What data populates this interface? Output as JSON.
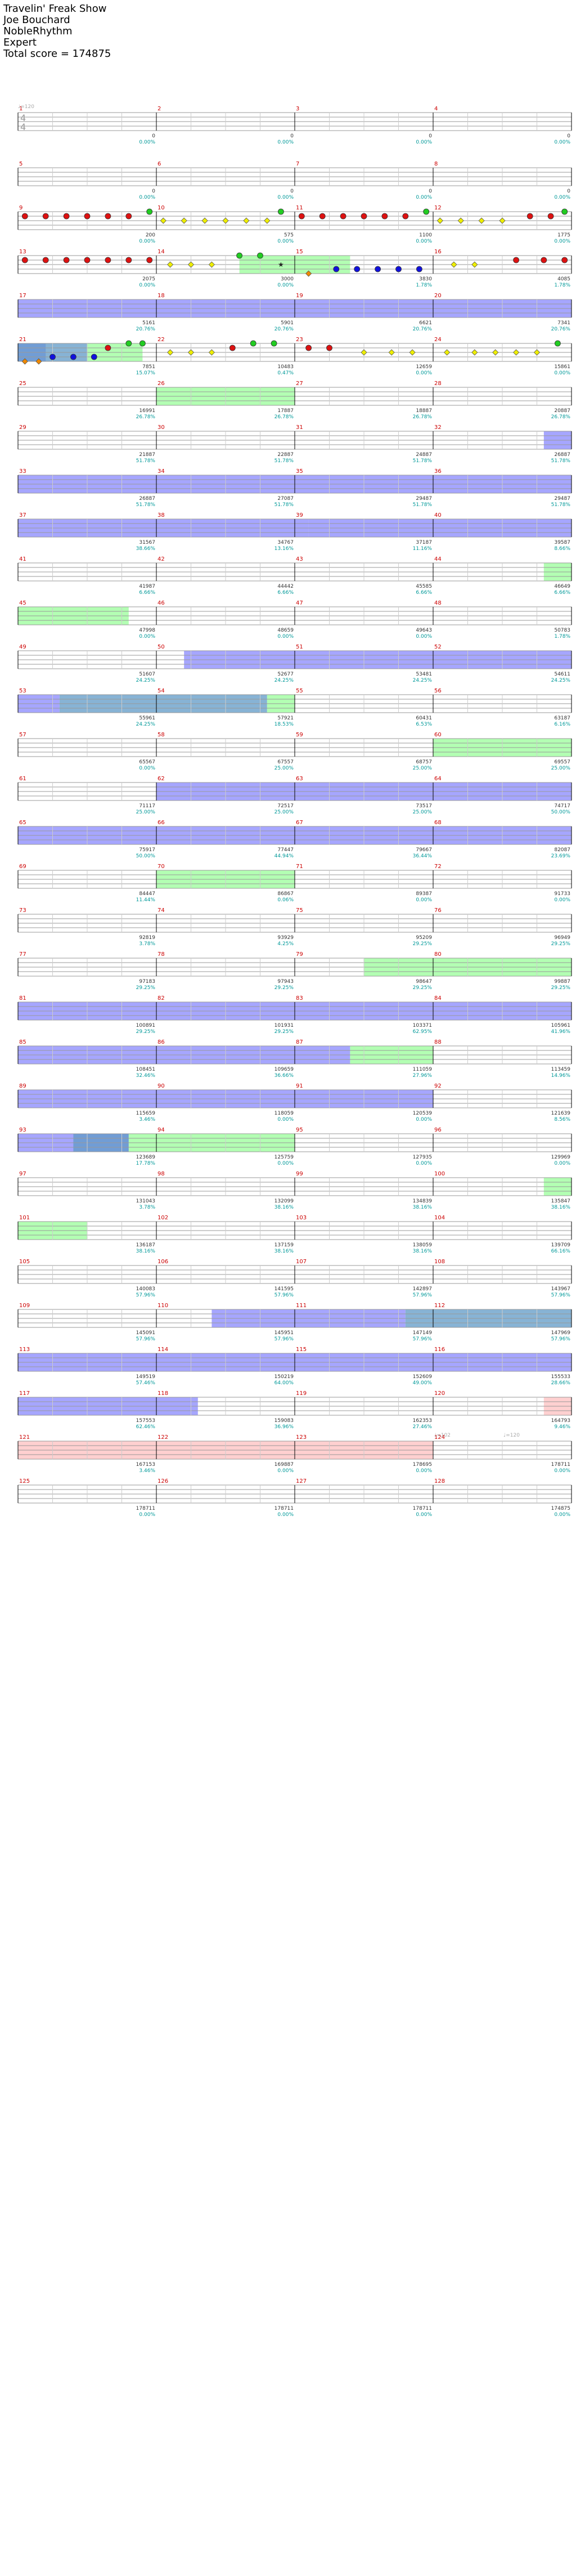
{
  "song": {
    "title": "Travelin' Freak Show",
    "artist": "Joe Bouchard",
    "charter": "NobleRhythm",
    "difficulty": "Expert",
    "total_score_label": "Total score = 174875"
  },
  "tempo_start": "♩=120",
  "time_signature": {
    "top": "4",
    "bottom": "4"
  },
  "tempo_changes": [
    {
      "measure": 124,
      "label": "♩=102"
    },
    {
      "measure": 124.5,
      "label": "♩=120"
    }
  ],
  "colors": {
    "green": "#22cc22",
    "red": "#dd1111",
    "yellow": "#eeee00",
    "blue": "#1111dd",
    "orange": "#ee8800",
    "overdrive": "#99ff99",
    "solo": "#8888ff",
    "combined": "#5f99c7",
    "measure_num": "#cc0000",
    "score": "#000000",
    "percent": "#009999",
    "marker_pink": "#ffaaaa"
  },
  "measures": [
    {
      "n": 1,
      "score": "0",
      "pct": "0.00%",
      "notes": []
    },
    {
      "n": 2,
      "score": "0",
      "pct": "0.00%",
      "notes": []
    },
    {
      "n": 3,
      "score": "0",
      "pct": "0.00%",
      "notes": []
    },
    {
      "n": 4,
      "score": "0",
      "pct": "0.00%",
      "notes": []
    },
    {
      "n": 5,
      "score": "0",
      "pct": "0.00%",
      "notes": []
    },
    {
      "n": 6,
      "score": "0",
      "pct": "0.00%",
      "notes": []
    },
    {
      "n": 7,
      "score": "0",
      "pct": "0.00%",
      "notes": []
    },
    {
      "n": 8,
      "score": "0",
      "pct": "0.00%",
      "notes": []
    },
    {
      "n": 9,
      "score": "200",
      "pct": "0.00%",
      "notes": [
        [
          0.05,
          "red"
        ],
        [
          0.2,
          "red"
        ],
        [
          0.35,
          "red"
        ],
        [
          0.5,
          "red"
        ],
        [
          0.65,
          "red"
        ],
        [
          0.8,
          "red"
        ],
        [
          0.95,
          "green"
        ]
      ]
    },
    {
      "n": 10,
      "score": "575",
      "pct": "0.00%",
      "notes": [
        [
          0.05,
          "yellow"
        ],
        [
          0.2,
          "yellow"
        ],
        [
          0.35,
          "yellow"
        ],
        [
          0.5,
          "yellow"
        ],
        [
          0.65,
          "yellow"
        ],
        [
          0.8,
          "yellow"
        ],
        [
          0.9,
          "green"
        ]
      ]
    },
    {
      "n": 11,
      "score": "1100",
      "pct": "0.00%",
      "notes": [
        [
          0.05,
          "red"
        ],
        [
          0.2,
          "red"
        ],
        [
          0.35,
          "red"
        ],
        [
          0.5,
          "red"
        ],
        [
          0.65,
          "red"
        ],
        [
          0.8,
          "red"
        ],
        [
          0.95,
          "green"
        ]
      ]
    },
    {
      "n": 12,
      "score": "1775",
      "pct": "0.00%",
      "notes": [
        [
          0.05,
          "yellow"
        ],
        [
          0.2,
          "yellow"
        ],
        [
          0.35,
          "yellow"
        ],
        [
          0.5,
          "yellow"
        ],
        [
          0.7,
          "red"
        ],
        [
          0.85,
          "red"
        ],
        [
          0.95,
          "green"
        ]
      ]
    },
    {
      "n": 13,
      "score": "2075",
      "pct": "0.00%",
      "notes": [
        [
          0.05,
          "red"
        ],
        [
          0.2,
          "red"
        ],
        [
          0.35,
          "red"
        ],
        [
          0.5,
          "red"
        ],
        [
          0.65,
          "red"
        ],
        [
          0.8,
          "red"
        ],
        [
          0.95,
          "red"
        ]
      ]
    },
    {
      "n": 14,
      "score": "3000",
      "pct": "0.00%",
      "notes": [
        [
          0.1,
          "yellow"
        ],
        [
          0.25,
          "yellow"
        ],
        [
          0.4,
          "yellow"
        ],
        [
          0.6,
          "green"
        ],
        [
          0.75,
          "green"
        ],
        [
          0.9,
          "star"
        ]
      ]
    },
    {
      "n": 15,
      "score": "3830",
      "pct": "1.78%",
      "notes": [
        [
          0.1,
          "orange"
        ],
        [
          0.3,
          "blue"
        ],
        [
          0.45,
          "blue"
        ],
        [
          0.6,
          "blue"
        ],
        [
          0.75,
          "blue"
        ],
        [
          0.9,
          "blue"
        ]
      ]
    },
    {
      "n": 16,
      "score": "4085",
      "pct": "1.78%",
      "notes": [
        [
          0.15,
          "yellow"
        ],
        [
          0.3,
          "yellow"
        ],
        [
          0.6,
          "red"
        ],
        [
          0.8,
          "red"
        ],
        [
          0.95,
          "red"
        ]
      ]
    },
    {
      "n": 17,
      "score": "5161",
      "pct": "20.76%",
      "notes": []
    },
    {
      "n": 18,
      "score": "5901",
      "pct": "20.76%",
      "notes": []
    },
    {
      "n": 19,
      "score": "6621",
      "pct": "20.76%",
      "notes": []
    },
    {
      "n": 20,
      "score": "7341",
      "pct": "20.76%",
      "notes": []
    },
    {
      "n": 21,
      "score": "7851",
      "pct": "15.07%",
      "notes": [
        [
          0.05,
          "orange"
        ],
        [
          0.15,
          "orange"
        ],
        [
          0.25,
          "blue"
        ],
        [
          0.4,
          "blue"
        ],
        [
          0.55,
          "blue"
        ],
        [
          0.65,
          "red"
        ],
        [
          0.8,
          "green"
        ],
        [
          0.9,
          "green"
        ]
      ]
    },
    {
      "n": 22,
      "score": "10483",
      "pct": "0.47%",
      "notes": [
        [
          0.1,
          "yellow"
        ],
        [
          0.25,
          "yellow"
        ],
        [
          0.4,
          "yellow"
        ],
        [
          0.55,
          "red"
        ],
        [
          0.7,
          "green"
        ],
        [
          0.85,
          "green"
        ]
      ]
    },
    {
      "n": 23,
      "score": "12659",
      "pct": "0.00%",
      "notes": [
        [
          0.1,
          "red"
        ],
        [
          0.25,
          "red"
        ],
        [
          0.5,
          "yellow"
        ],
        [
          0.7,
          "yellow"
        ],
        [
          0.85,
          "yellow"
        ]
      ]
    },
    {
      "n": 24,
      "score": "15861",
      "pct": "0.00%",
      "notes": [
        [
          0.1,
          "yellow"
        ],
        [
          0.3,
          "yellow"
        ],
        [
          0.45,
          "yellow"
        ],
        [
          0.6,
          "yellow"
        ],
        [
          0.75,
          "yellow"
        ],
        [
          0.9,
          "green"
        ]
      ]
    },
    {
      "n": 25,
      "score": "16991",
      "pct": "26.78%",
      "notes": []
    },
    {
      "n": 26,
      "score": "17887",
      "pct": "26.78%",
      "notes": []
    },
    {
      "n": 27,
      "score": "18887",
      "pct": "26.78%",
      "notes": []
    },
    {
      "n": 28,
      "score": "20887",
      "pct": "26.78%",
      "notes": []
    },
    {
      "n": 29,
      "score": "21887",
      "pct": "51.78%",
      "notes": []
    },
    {
      "n": 30,
      "score": "22887",
      "pct": "51.78%",
      "notes": []
    },
    {
      "n": 31,
      "score": "24887",
      "pct": "51.78%",
      "notes": []
    },
    {
      "n": 32,
      "score": "26887",
      "pct": "51.78%",
      "notes": []
    },
    {
      "n": 33,
      "score": "26887",
      "pct": "51.78%",
      "notes": []
    },
    {
      "n": 34,
      "score": "27087",
      "pct": "51.78%",
      "notes": []
    },
    {
      "n": 35,
      "score": "29487",
      "pct": "51.78%",
      "notes": []
    },
    {
      "n": 36,
      "score": "29487",
      "pct": "51.78%",
      "notes": []
    },
    {
      "n": 37,
      "score": "31567",
      "pct": "38.66%",
      "notes": []
    },
    {
      "n": 38,
      "score": "34767",
      "pct": "13.16%",
      "notes": []
    },
    {
      "n": 39,
      "score": "37187",
      "pct": "11.16%",
      "notes": []
    },
    {
      "n": 40,
      "score": "39587",
      "pct": "8.66%",
      "notes": []
    },
    {
      "n": 41,
      "score": "41987",
      "pct": "6.66%",
      "notes": []
    },
    {
      "n": 42,
      "score": "44442",
      "pct": "6.66%",
      "notes": []
    },
    {
      "n": 43,
      "score": "45585",
      "pct": "6.66%",
      "notes": []
    },
    {
      "n": 44,
      "score": "46649",
      "pct": "6.66%",
      "notes": []
    },
    {
      "n": 45,
      "score": "47998",
      "pct": "0.00%",
      "notes": []
    },
    {
      "n": 46,
      "score": "48659",
      "pct": "0.00%",
      "notes": []
    },
    {
      "n": 47,
      "score": "49643",
      "pct": "0.00%",
      "notes": []
    },
    {
      "n": 48,
      "score": "50783",
      "pct": "1.78%",
      "notes": []
    },
    {
      "n": 49,
      "score": "51607",
      "pct": "24.25%",
      "notes": []
    },
    {
      "n": 50,
      "score": "52677",
      "pct": "24.25%",
      "notes": []
    },
    {
      "n": 51,
      "score": "53481",
      "pct": "24.25%",
      "notes": []
    },
    {
      "n": 52,
      "score": "54611",
      "pct": "24.25%",
      "notes": []
    },
    {
      "n": 53,
      "score": "55961",
      "pct": "24.25%",
      "notes": []
    },
    {
      "n": 54,
      "score": "57921",
      "pct": "18.53%",
      "notes": []
    },
    {
      "n": 55,
      "score": "60431",
      "pct": "6.53%",
      "notes": []
    },
    {
      "n": 56,
      "score": "63187",
      "pct": "6.16%",
      "notes": []
    },
    {
      "n": 57,
      "score": "65567",
      "pct": "0.00%",
      "notes": []
    },
    {
      "n": 58,
      "score": "67557",
      "pct": "25.00%",
      "notes": []
    },
    {
      "n": 59,
      "score": "68757",
      "pct": "25.00%",
      "notes": []
    },
    {
      "n": 60,
      "score": "69557",
      "pct": "25.00%",
      "notes": []
    },
    {
      "n": 61,
      "score": "71117",
      "pct": "25.00%",
      "notes": []
    },
    {
      "n": 62,
      "score": "72517",
      "pct": "25.00%",
      "notes": []
    },
    {
      "n": 63,
      "score": "73517",
      "pct": "25.00%",
      "notes": []
    },
    {
      "n": 64,
      "score": "74717",
      "pct": "50.00%",
      "notes": []
    },
    {
      "n": 65,
      "score": "75917",
      "pct": "50.00%",
      "notes": []
    },
    {
      "n": 66,
      "score": "77447",
      "pct": "44.94%",
      "notes": []
    },
    {
      "n": 67,
      "score": "79667",
      "pct": "36.44%",
      "notes": []
    },
    {
      "n": 68,
      "score": "82087",
      "pct": "23.69%",
      "notes": []
    },
    {
      "n": 69,
      "score": "84447",
      "pct": "11.44%",
      "notes": []
    },
    {
      "n": 70,
      "score": "86867",
      "pct": "0.06%",
      "notes": []
    },
    {
      "n": 71,
      "score": "89387",
      "pct": "0.00%",
      "notes": []
    },
    {
      "n": 72,
      "score": "91733",
      "pct": "0.00%",
      "notes": []
    },
    {
      "n": 73,
      "score": "92819",
      "pct": "3.78%",
      "notes": []
    },
    {
      "n": 74,
      "score": "93929",
      "pct": "4.25%",
      "notes": []
    },
    {
      "n": 75,
      "score": "95209",
      "pct": "29.25%",
      "notes": []
    },
    {
      "n": 76,
      "score": "96949",
      "pct": "29.25%",
      "notes": []
    },
    {
      "n": 77,
      "score": "97183",
      "pct": "29.25%",
      "notes": []
    },
    {
      "n": 78,
      "score": "97943",
      "pct": "29.25%",
      "notes": []
    },
    {
      "n": 79,
      "score": "98647",
      "pct": "29.25%",
      "notes": []
    },
    {
      "n": 80,
      "score": "99887",
      "pct": "29.25%",
      "notes": []
    },
    {
      "n": 81,
      "score": "100891",
      "pct": "29.25%",
      "notes": []
    },
    {
      "n": 82,
      "score": "101931",
      "pct": "29.25%",
      "notes": []
    },
    {
      "n": 83,
      "score": "103371",
      "pct": "62.95%",
      "notes": []
    },
    {
      "n": 84,
      "score": "105961",
      "pct": "41.96%",
      "notes": []
    },
    {
      "n": 85,
      "score": "108451",
      "pct": "32.46%",
      "notes": []
    },
    {
      "n": 86,
      "score": "109659",
      "pct": "36.66%",
      "notes": []
    },
    {
      "n": 87,
      "score": "111059",
      "pct": "27.96%",
      "notes": []
    },
    {
      "n": 88,
      "score": "113459",
      "pct": "14.96%",
      "notes": []
    },
    {
      "n": 89,
      "score": "115659",
      "pct": "3.46%",
      "notes": []
    },
    {
      "n": 90,
      "score": "118059",
      "pct": "0.00%",
      "notes": []
    },
    {
      "n": 91,
      "score": "120539",
      "pct": "0.00%",
      "notes": []
    },
    {
      "n": 92,
      "score": "121639",
      "pct": "8.56%",
      "notes": []
    },
    {
      "n": 93,
      "score": "123689",
      "pct": "17.78%",
      "notes": []
    },
    {
      "n": 94,
      "score": "125759",
      "pct": "0.00%",
      "notes": []
    },
    {
      "n": 95,
      "score": "127935",
      "pct": "0.00%",
      "notes": []
    },
    {
      "n": 96,
      "score": "129969",
      "pct": "0.00%",
      "notes": []
    },
    {
      "n": 97,
      "score": "131043",
      "pct": "3.78%",
      "notes": []
    },
    {
      "n": 98,
      "score": "132099",
      "pct": "38.16%",
      "notes": []
    },
    {
      "n": 99,
      "score": "134839",
      "pct": "38.16%",
      "notes": []
    },
    {
      "n": 100,
      "score": "135847",
      "pct": "38.16%",
      "notes": []
    },
    {
      "n": 101,
      "score": "136187",
      "pct": "38.16%",
      "notes": []
    },
    {
      "n": 102,
      "score": "137159",
      "pct": "38.16%",
      "notes": []
    },
    {
      "n": 103,
      "score": "138059",
      "pct": "38.16%",
      "notes": []
    },
    {
      "n": 104,
      "score": "139709",
      "pct": "66.16%",
      "notes": []
    },
    {
      "n": 105,
      "score": "140083",
      "pct": "57.96%",
      "notes": []
    },
    {
      "n": 106,
      "score": "141595",
      "pct": "57.96%",
      "notes": []
    },
    {
      "n": 107,
      "score": "142897",
      "pct": "57.96%",
      "notes": []
    },
    {
      "n": 108,
      "score": "143967",
      "pct": "57.96%",
      "notes": []
    },
    {
      "n": 109,
      "score": "145091",
      "pct": "57.96%",
      "notes": []
    },
    {
      "n": 110,
      "score": "145951",
      "pct": "57.96%",
      "notes": []
    },
    {
      "n": 111,
      "score": "147149",
      "pct": "57.96%",
      "notes": []
    },
    {
      "n": 112,
      "score": "147969",
      "pct": "57.96%",
      "notes": []
    },
    {
      "n": 113,
      "score": "149519",
      "pct": "57.46%",
      "notes": []
    },
    {
      "n": 114,
      "score": "150219",
      "pct": "64.00%",
      "notes": []
    },
    {
      "n": 115,
      "score": "152609",
      "pct": "49.00%",
      "notes": []
    },
    {
      "n": 116,
      "score": "155533",
      "pct": "28.66%",
      "notes": []
    },
    {
      "n": 117,
      "score": "157553",
      "pct": "62.46%",
      "notes": []
    },
    {
      "n": 118,
      "score": "159083",
      "pct": "36.96%",
      "notes": []
    },
    {
      "n": 119,
      "score": "162353",
      "pct": "27.46%",
      "notes": []
    },
    {
      "n": 120,
      "score": "164793",
      "pct": "9.46%",
      "notes": []
    },
    {
      "n": 121,
      "score": "167153",
      "pct": "3.46%",
      "notes": []
    },
    {
      "n": 122,
      "score": "169887",
      "pct": "0.00%",
      "notes": []
    },
    {
      "n": 123,
      "score": "178695",
      "pct": "0.00%",
      "notes": []
    },
    {
      "n": 124,
      "score": "178711",
      "pct": "0.00%",
      "notes": []
    },
    {
      "n": 125,
      "score": "178711",
      "pct": "0.00%",
      "notes": []
    },
    {
      "n": 126,
      "score": "178711",
      "pct": "0.00%",
      "notes": []
    },
    {
      "n": 127,
      "score": "178711",
      "pct": "0.00%",
      "notes": []
    },
    {
      "n": 128,
      "score": "174875",
      "pct": "0.00%",
      "notes": []
    }
  ],
  "sections": [
    {
      "type": "overdrive",
      "from": 14.6,
      "to": 15.4
    },
    {
      "type": "solo",
      "from": 17,
      "to": 21.2
    },
    {
      "type": "combined",
      "from": 21,
      "to": 21.5
    },
    {
      "type": "overdrive",
      "from": 21.5,
      "to": 21.9
    },
    {
      "type": "overdrive",
      "from": 26,
      "to": 27
    },
    {
      "type": "solo",
      "from": 32.8,
      "to": 33
    },
    {
      "type": "solo",
      "from": 33,
      "to": 37
    },
    {
      "type": "solo",
      "from": 37,
      "to": 39.1
    },
    {
      "type": "solo",
      "from": 39.1,
      "to": 41
    },
    {
      "type": "overdrive",
      "from": 44.8,
      "to": 45
    },
    {
      "type": "overdrive",
      "from": 45,
      "to": 45.8
    },
    {
      "type": "solo",
      "from": 50.2,
      "to": 53
    },
    {
      "type": "solo",
      "from": 53,
      "to": 53.3
    },
    {
      "type": "combined",
      "from": 53.3,
      "to": 54.8
    },
    {
      "type": "overdrive",
      "from": 54.8,
      "to": 55
    },
    {
      "type": "overdrive",
      "from": 60,
      "to": 61
    },
    {
      "type": "solo",
      "from": 62,
      "to": 65
    },
    {
      "type": "solo",
      "from": 65,
      "to": 69
    },
    {
      "type": "overdrive",
      "from": 70,
      "to": 71
    },
    {
      "type": "overdrive",
      "from": 79.5,
      "to": 81
    },
    {
      "type": "solo",
      "from": 81,
      "to": 85
    },
    {
      "type": "solo",
      "from": 85,
      "to": 87.4
    },
    {
      "type": "overdrive",
      "from": 87.4,
      "to": 88
    },
    {
      "type": "solo",
      "from": 89,
      "to": 92
    },
    {
      "type": "solo",
      "from": 93,
      "to": 93.8
    },
    {
      "type": "combined",
      "from": 93.4,
      "to": 93.8
    },
    {
      "type": "overdrive",
      "from": 93.8,
      "to": 95
    },
    {
      "type": "overdrive",
      "from": 100.8,
      "to": 101
    },
    {
      "type": "overdrive",
      "from": 101,
      "to": 101.5
    },
    {
      "type": "solo",
      "from": 110.4,
      "to": 111.8
    },
    {
      "type": "combined",
      "from": 111.8,
      "to": 113
    },
    {
      "type": "solo",
      "from": 113,
      "to": 117
    },
    {
      "type": "solo",
      "from": 117,
      "to": 118.3
    },
    {
      "type": "marker",
      "from": 120.8,
      "to": 121
    },
    {
      "type": "marker",
      "from": 121,
      "to": 124
    }
  ]
}
